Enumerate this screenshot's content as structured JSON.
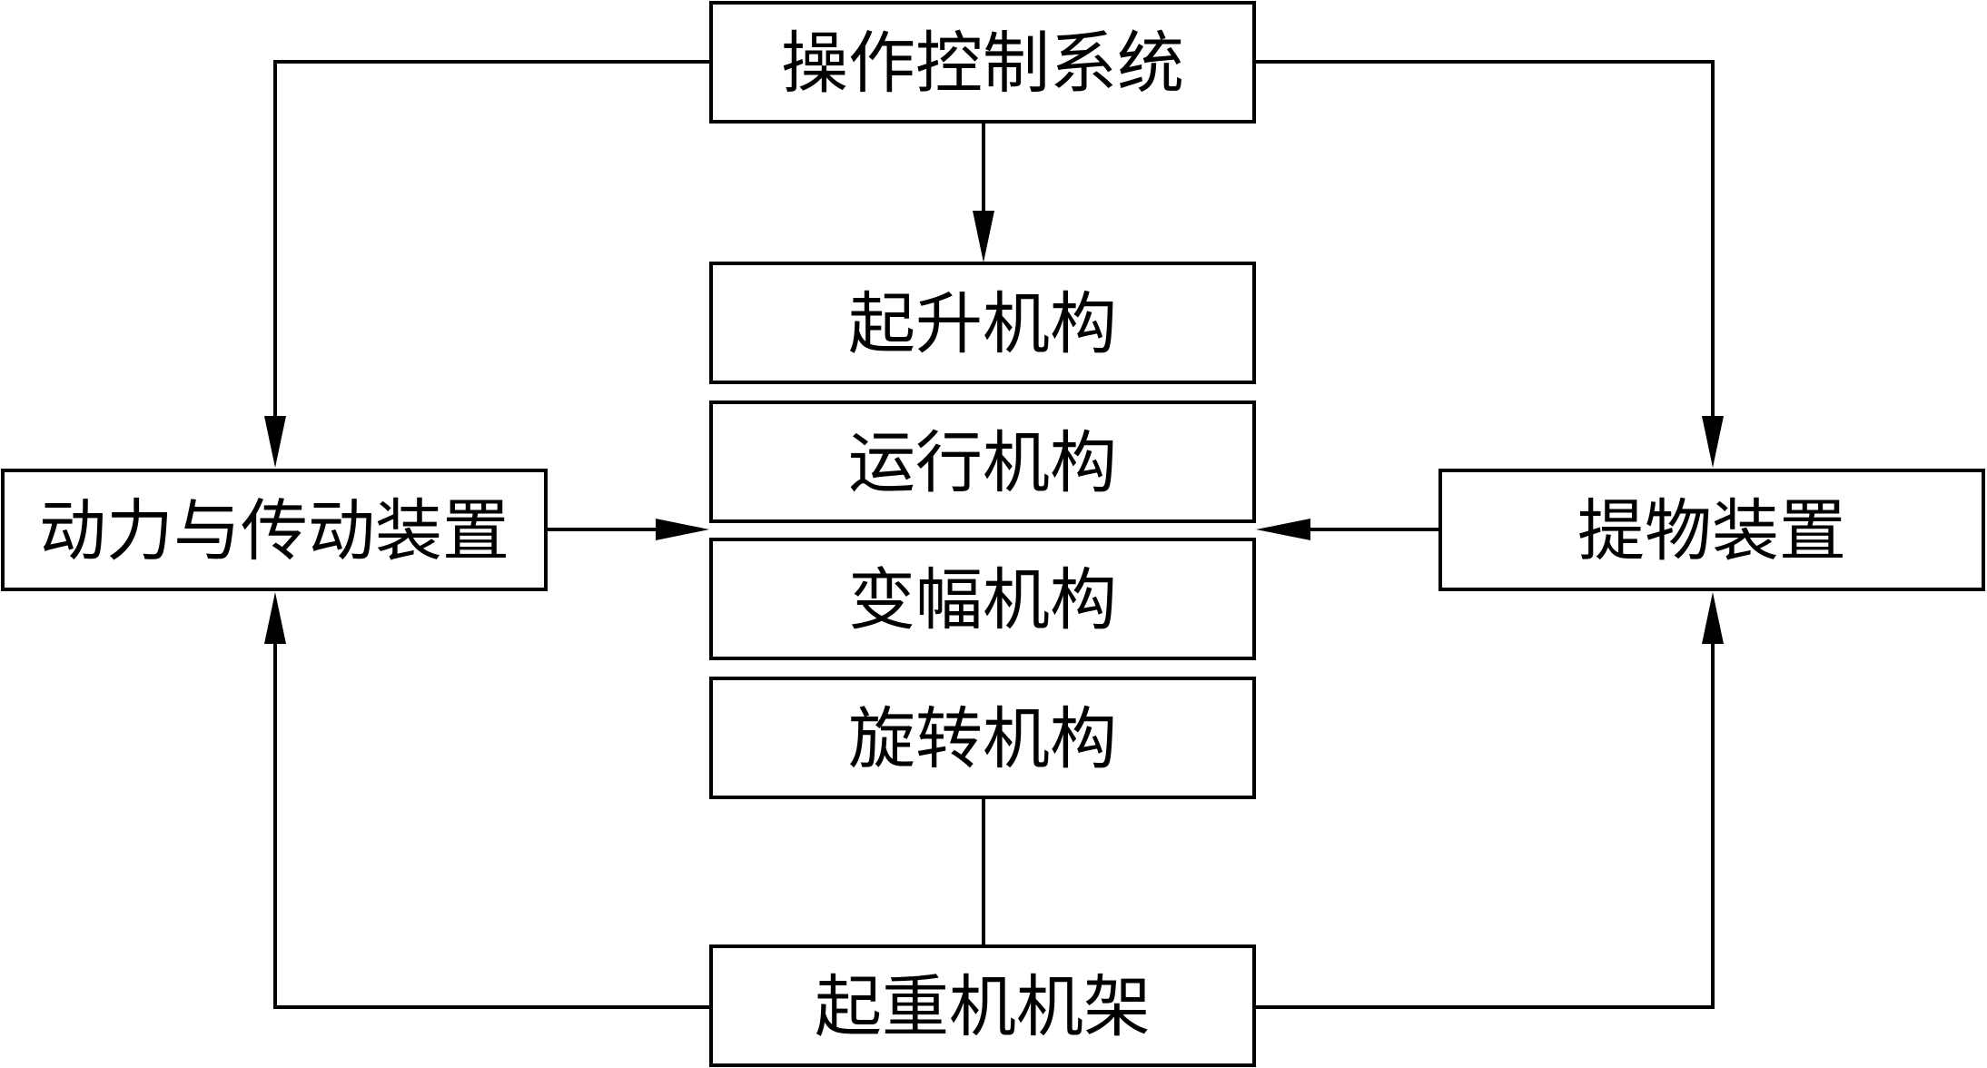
{
  "diagram": {
    "nodes": {
      "control_system": "操作控制系统",
      "hoisting_mechanism": "起升机构",
      "travelling_mechanism": "运行机构",
      "luffing_mechanism": "变幅机构",
      "slewing_mechanism": "旋转机构",
      "crane_frame": "起重机机架",
      "power_transmission": "动力与传动装置",
      "lifting_device": "提物装置"
    },
    "edges": [
      {
        "from": "control_system",
        "to": "power_transmission",
        "arrow": true
      },
      {
        "from": "control_system",
        "to": "mechanisms",
        "arrow": true
      },
      {
        "from": "control_system",
        "to": "lifting_device",
        "arrow": true
      },
      {
        "from": "power_transmission",
        "to": "mechanisms",
        "arrow": true
      },
      {
        "from": "lifting_device",
        "to": "mechanisms",
        "arrow": true
      },
      {
        "from": "crane_frame",
        "to": "power_transmission",
        "arrow": true
      },
      {
        "from": "crane_frame",
        "to": "lifting_device",
        "arrow": true
      },
      {
        "from": "crane_frame",
        "to": "slewing_mechanism",
        "arrow": false
      }
    ],
    "colors": {
      "stroke": "#000000",
      "background": "#ffffff"
    }
  }
}
